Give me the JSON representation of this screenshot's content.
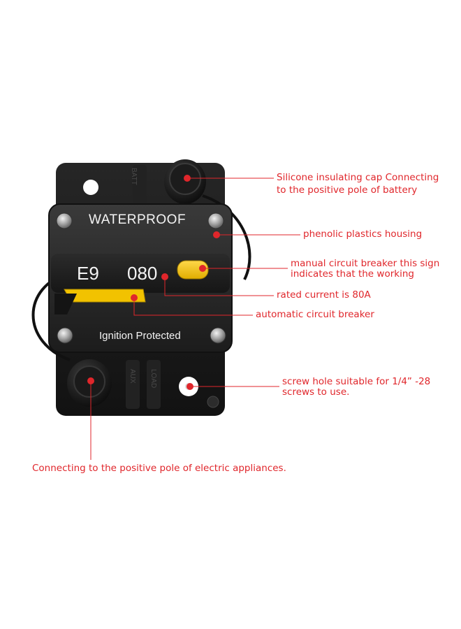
{
  "device": {
    "top_label": "WATERPROOF",
    "model": "E9",
    "rating": "080",
    "bottom_label": "Ignition Protected",
    "terminal_top": "BATT",
    "terminal_left": "AUX",
    "terminal_right": "LOAD"
  },
  "annotations": {
    "cap_line1": "Silicone insulating cap Connecting",
    "cap_line2": "to the positive pole of battery",
    "housing": "phenolic plastics housing",
    "manual_line1": "manual circuit breaker this  sign",
    "manual_line2": "indicates that the working",
    "rated": "rated current is 80A",
    "automatic": "automatic circuit breaker",
    "screw_line1": "screw hole suitable for 1/4”  -28",
    "screw_line2": "screws to use.",
    "appliances": "Connecting to the positive pole of electric appliances."
  },
  "colors": {
    "annotation": "#e0262b",
    "body": "#1b1b1b",
    "trip_lever": "#f2c200"
  }
}
